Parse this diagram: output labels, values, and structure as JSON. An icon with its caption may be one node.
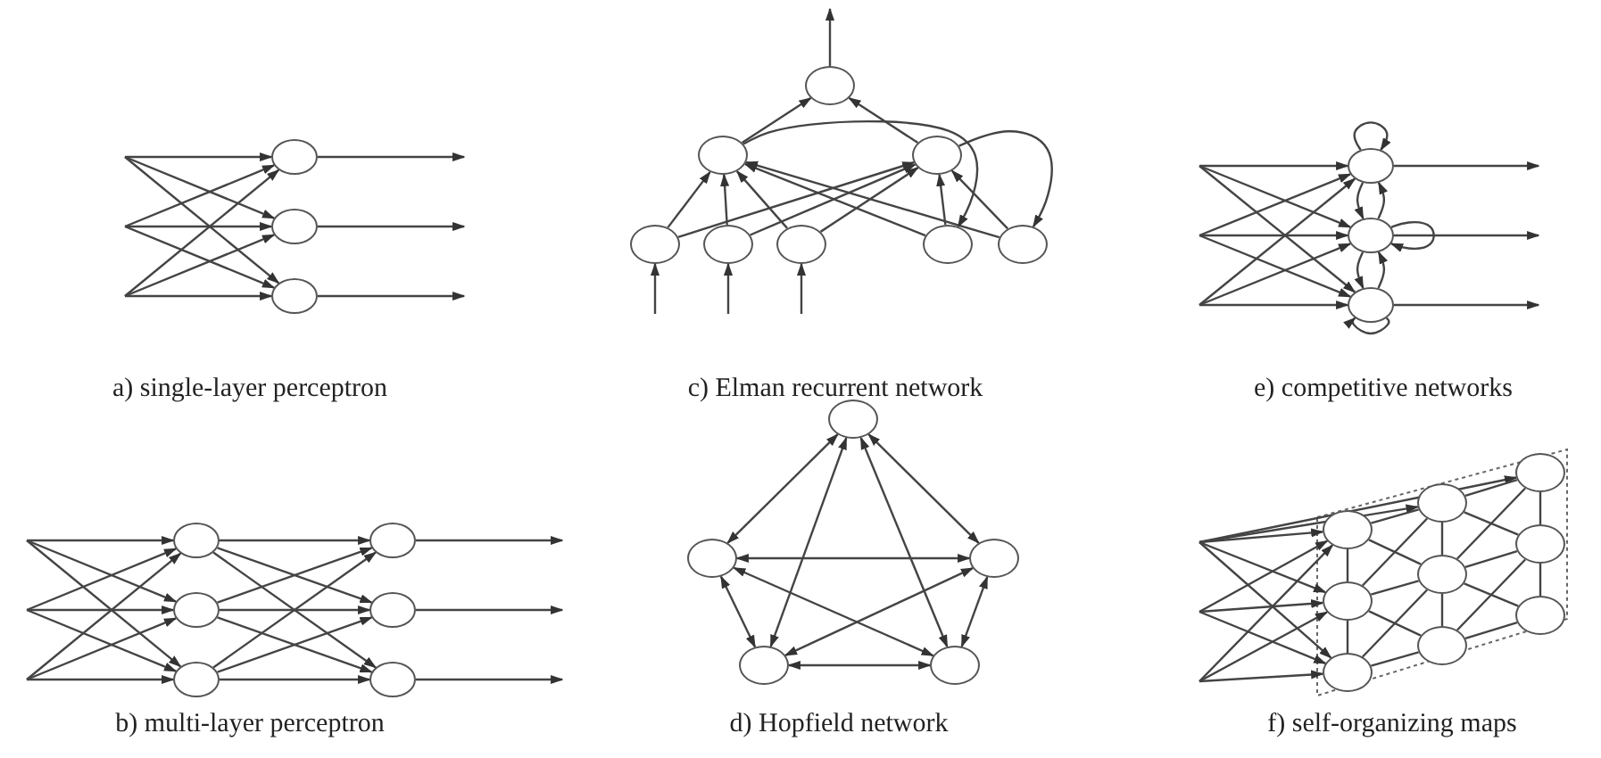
{
  "diagram": {
    "nodes": [
      {
        "text": [],
        "shape": "circle"
      },
      {
        "text": [],
        "shape": "circle"
      },
      {
        "text": [],
        "shape": "circle"
      },
      {
        "text": [],
        "shape": "circle"
      },
      {
        "text": [],
        "shape": "circle"
      },
      {
        "text": [],
        "shape": "circle"
      },
      {
        "text": [],
        "shape": "circle"
      },
      {
        "text": [],
        "shape": "circle"
      },
      {
        "text": [],
        "shape": "circle"
      },
      {
        "text": [],
        "shape": "circle"
      },
      {
        "text": [],
        "shape": "circle"
      },
      {
        "text": [],
        "shape": "circle"
      },
      {
        "text": [],
        "shape": "circle"
      },
      {
        "text": [],
        "shape": "circle"
      },
      {
        "text": [],
        "shape": "circle"
      },
      {
        "text": [],
        "shape": "circle"
      },
      {
        "text": [],
        "shape": "circle"
      },
      {
        "text": [],
        "shape": "circle"
      },
      {
        "text": [],
        "shape": "circle"
      },
      {
        "text": [],
        "shape": "circle"
      },
      {
        "text": [],
        "shape": "circle"
      },
      {
        "text": [],
        "shape": "circle"
      },
      {
        "text": [],
        "shape": "circle"
      },
      {
        "text": [],
        "shape": "circle"
      },
      {
        "text": [],
        "shape": "circle"
      },
      {
        "text": [],
        "shape": "circle"
      },
      {
        "text": [],
        "shape": "circle"
      },
      {
        "text": [],
        "shape": "circle"
      },
      {
        "text": [],
        "shape": "circle"
      },
      {
        "text": [],
        "shape": "circle"
      },
      {
        "text": [],
        "shape": "circle"
      },
      {
        "text": [],
        "shape": "circle"
      },
      {
        "text": [],
        "shape": "circle"
      },
      {
        "text": [],
        "shape": "circle"
      }
    ],
    "edges": [
      {
        "from": null,
        "to": 0,
        "arrow": "to"
      },
      {
        "from": null,
        "to": 1,
        "arrow": "to"
      },
      {
        "from": null,
        "to": 2,
        "arrow": "to"
      },
      {
        "from": null,
        "to": 0,
        "arrow": "to"
      },
      {
        "from": null,
        "to": 1,
        "arrow": "to"
      },
      {
        "from": null,
        "to": 2,
        "arrow": "to"
      },
      {
        "from": null,
        "to": 0,
        "arrow": "to"
      },
      {
        "from": null,
        "to": 1,
        "arrow": "to"
      },
      {
        "from": null,
        "to": 2,
        "arrow": "to"
      },
      {
        "from": 0,
        "to": null,
        "arrow": "to"
      },
      {
        "from": 1,
        "to": null,
        "arrow": "to"
      },
      {
        "from": 2,
        "to": null,
        "arrow": "to"
      },
      {
        "from": 3,
        "to": null,
        "arrow": "to"
      },
      {
        "from": 4,
        "to": 3,
        "arrow": "to"
      },
      {
        "from": 5,
        "to": 3,
        "arrow": "to"
      },
      {
        "from": null,
        "to": 6,
        "arrow": "to"
      },
      {
        "from": null,
        "to": 7,
        "arrow": "to"
      },
      {
        "from": null,
        "to": 8,
        "arrow": "to"
      },
      {
        "from": 6,
        "to": 4,
        "arrow": "to"
      },
      {
        "from": 6,
        "to": 5,
        "arrow": "to"
      },
      {
        "from": 7,
        "to": 4,
        "arrow": "to"
      },
      {
        "from": 7,
        "to": 5,
        "arrow": "to"
      },
      {
        "from": 8,
        "to": 4,
        "arrow": "to"
      },
      {
        "from": 8,
        "to": 5,
        "arrow": "to"
      },
      {
        "from": 9,
        "to": 4,
        "arrow": "to"
      },
      {
        "from": 9,
        "to": 5,
        "arrow": "to"
      },
      {
        "from": 10,
        "to": 4,
        "arrow": "to"
      },
      {
        "from": 10,
        "to": 5,
        "arrow": "to"
      },
      {
        "from": 4,
        "to": 9,
        "arrow": "to"
      },
      {
        "from": 5,
        "to": 10,
        "arrow": "to"
      },
      {
        "from": null,
        "to": 11,
        "arrow": "to"
      },
      {
        "from": null,
        "to": 12,
        "arrow": "to"
      },
      {
        "from": null,
        "to": 13,
        "arrow": "to"
      },
      {
        "from": null,
        "to": 11,
        "arrow": "to"
      },
      {
        "from": null,
        "to": 12,
        "arrow": "to"
      },
      {
        "from": null,
        "to": 13,
        "arrow": "to"
      },
      {
        "from": null,
        "to": 11,
        "arrow": "to"
      },
      {
        "from": null,
        "to": 12,
        "arrow": "to"
      },
      {
        "from": null,
        "to": 13,
        "arrow": "to"
      },
      {
        "from": 11,
        "to": null,
        "arrow": "to"
      },
      {
        "from": 12,
        "to": null,
        "arrow": "to"
      },
      {
        "from": 13,
        "to": null,
        "arrow": "to"
      },
      {
        "from": 11,
        "to": 11,
        "arrow": "to"
      },
      {
        "from": 12,
        "to": 12,
        "arrow": "to"
      },
      {
        "from": 13,
        "to": 13,
        "arrow": "to"
      },
      {
        "from": 11,
        "to": 12,
        "arrow": "to"
      },
      {
        "from": 12,
        "to": 11,
        "arrow": "to"
      },
      {
        "from": 12,
        "to": 13,
        "arrow": "to"
      },
      {
        "from": 13,
        "to": 12,
        "arrow": "to"
      },
      {
        "from": null,
        "to": 14,
        "arrow": "to"
      },
      {
        "from": null,
        "to": 15,
        "arrow": "to"
      },
      {
        "from": null,
        "to": 16,
        "arrow": "to"
      },
      {
        "from": null,
        "to": 14,
        "arrow": "to"
      },
      {
        "from": null,
        "to": 15,
        "arrow": "to"
      },
      {
        "from": null,
        "to": 16,
        "arrow": "to"
      },
      {
        "from": null,
        "to": 14,
        "arrow": "to"
      },
      {
        "from": null,
        "to": 15,
        "arrow": "to"
      },
      {
        "from": null,
        "to": 16,
        "arrow": "to"
      },
      {
        "from": 14,
        "to": 17,
        "arrow": "to"
      },
      {
        "from": 14,
        "to": 18,
        "arrow": "to"
      },
      {
        "from": 14,
        "to": 19,
        "arrow": "to"
      },
      {
        "from": 15,
        "to": 17,
        "arrow": "to"
      },
      {
        "from": 15,
        "to": 18,
        "arrow": "to"
      },
      {
        "from": 15,
        "to": 19,
        "arrow": "to"
      },
      {
        "from": 16,
        "to": 17,
        "arrow": "to"
      },
      {
        "from": 16,
        "to": 18,
        "arrow": "to"
      },
      {
        "from": 16,
        "to": 19,
        "arrow": "to"
      },
      {
        "from": 17,
        "to": null,
        "arrow": "to"
      },
      {
        "from": 18,
        "to": null,
        "arrow": "to"
      },
      {
        "from": 19,
        "to": null,
        "arrow": "to"
      },
      {
        "from": 20,
        "to": 21,
        "arrow": "both"
      },
      {
        "from": 20,
        "to": 22,
        "arrow": "both"
      },
      {
        "from": 20,
        "to": 23,
        "arrow": "both"
      },
      {
        "from": 20,
        "to": 24,
        "arrow": "both"
      },
      {
        "from": 21,
        "to": 22,
        "arrow": "both"
      },
      {
        "from": 21,
        "to": 23,
        "arrow": "both"
      },
      {
        "from": 21,
        "to": 24,
        "arrow": "both"
      },
      {
        "from": 22,
        "to": 23,
        "arrow": "both"
      },
      {
        "from": 22,
        "to": 24,
        "arrow": "both"
      },
      {
        "from": 23,
        "to": 24,
        "arrow": "both"
      },
      {
        "from": null,
        "to": 25,
        "arrow": "to"
      },
      {
        "from": null,
        "to": 26,
        "arrow": "to"
      },
      {
        "from": null,
        "to": 27,
        "arrow": "to"
      },
      {
        "from": null,
        "to": 25,
        "arrow": "to"
      },
      {
        "from": null,
        "to": 26,
        "arrow": "to"
      },
      {
        "from": null,
        "to": 27,
        "arrow": "to"
      },
      {
        "from": null,
        "to": 25,
        "arrow": "to"
      },
      {
        "from": null,
        "to": 26,
        "arrow": "to"
      },
      {
        "from": null,
        "to": 27,
        "arrow": "to"
      },
      {
        "from": null,
        "to": 28,
        "arrow": "to"
      },
      {
        "from": null,
        "to": 31,
        "arrow": "to"
      },
      {
        "from": 25,
        "to": 26,
        "arrow": "none"
      },
      {
        "from": 26,
        "to": 27,
        "arrow": "none"
      },
      {
        "from": 28,
        "to": 29,
        "arrow": "none"
      },
      {
        "from": 29,
        "to": 30,
        "arrow": "none"
      },
      {
        "from": 31,
        "to": 32,
        "arrow": "none"
      },
      {
        "from": 32,
        "to": 33,
        "arrow": "none"
      },
      {
        "from": 25,
        "to": 28,
        "arrow": "none"
      },
      {
        "from": 26,
        "to": 29,
        "arrow": "none"
      },
      {
        "from": 27,
        "to": 30,
        "arrow": "none"
      },
      {
        "from": 28,
        "to": 31,
        "arrow": "none"
      },
      {
        "from": 29,
        "to": 32,
        "arrow": "none"
      },
      {
        "from": 30,
        "to": 33,
        "arrow": "none"
      },
      {
        "from": 25,
        "to": 29,
        "arrow": "none"
      },
      {
        "from": 26,
        "to": 28,
        "arrow": "none"
      },
      {
        "from": 26,
        "to": 30,
        "arrow": "none"
      },
      {
        "from": 27,
        "to": 29,
        "arrow": "none"
      },
      {
        "from": 28,
        "to": 32,
        "arrow": "none"
      },
      {
        "from": 29,
        "to": 31,
        "arrow": "none"
      },
      {
        "from": 29,
        "to": 33,
        "arrow": "none"
      },
      {
        "from": 30,
        "to": 32,
        "arrow": "none"
      }
    ],
    "labels": [
      "a) single-layer perceptron",
      "c) Elman recurrent network",
      "e) competitive networks",
      "b) multi-layer perceptron",
      "d) Hopfield network",
      "f) self-organizing maps"
    ]
  }
}
